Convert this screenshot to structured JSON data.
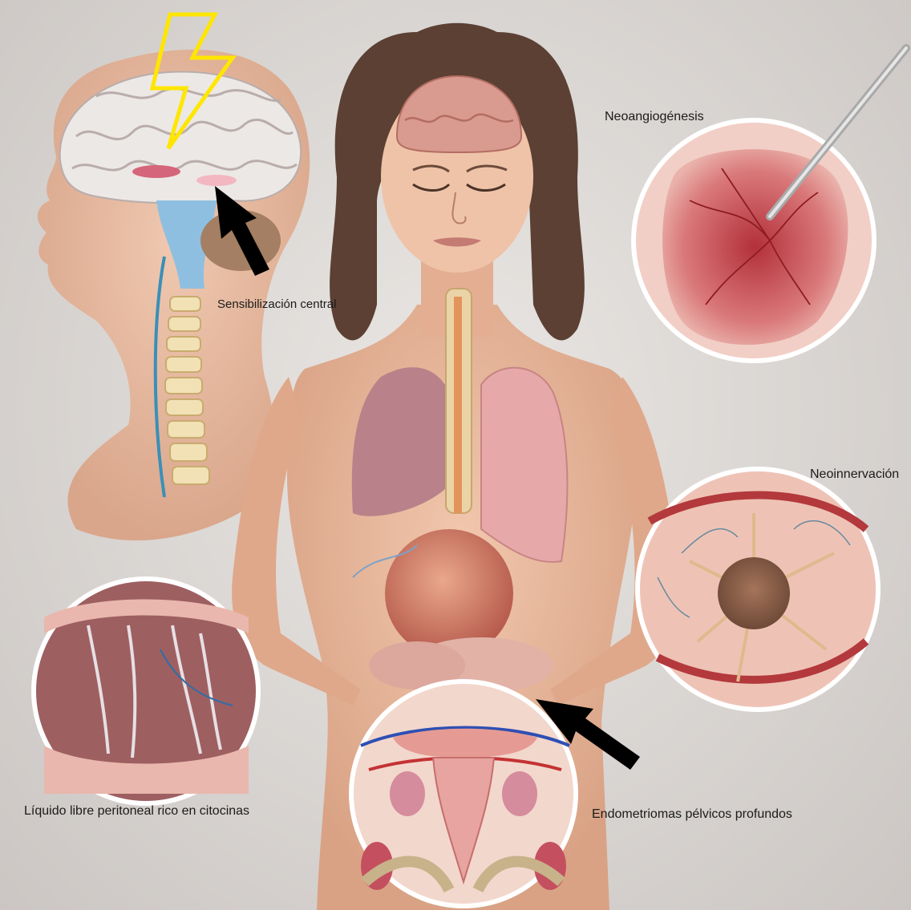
{
  "labels": {
    "central_sensitization": "Sensibilización central",
    "neoangiogenesis": "Neoangiogénesis",
    "neoinnervation": "Neoinnervación",
    "peritoneal_fluid": "Líquido libre peritoneal rico en citocinas",
    "pelvic_endometriomas": "Endometriomas pélvicos profundos"
  },
  "colors": {
    "background": "#dcd8d5",
    "skin": "#e9b99c",
    "lightning": "#ffe600",
    "arrow": "#000000",
    "hair": "#5b4033"
  }
}
